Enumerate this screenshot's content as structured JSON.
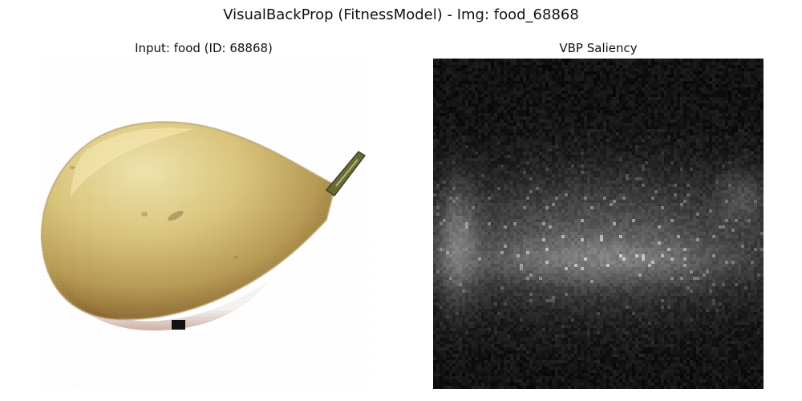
{
  "figure": {
    "suptitle": "VisualBackProp (FitnessModel) - Img: food_68868"
  },
  "panels": {
    "input": {
      "title": "Input: food (ID: 68868)"
    },
    "saliency": {
      "title": "VBP Saliency"
    }
  },
  "colors": {
    "background": "#ffffff",
    "text": "#111111",
    "pear_light": "#e7d698",
    "pear_mid": "#c8b064",
    "pear_shadow": "#9f7d3c",
    "pear_red": "#a14e32",
    "stem": "#686b32",
    "saliency_dark": "#070707",
    "saliency_light": "#d8d8d8"
  }
}
